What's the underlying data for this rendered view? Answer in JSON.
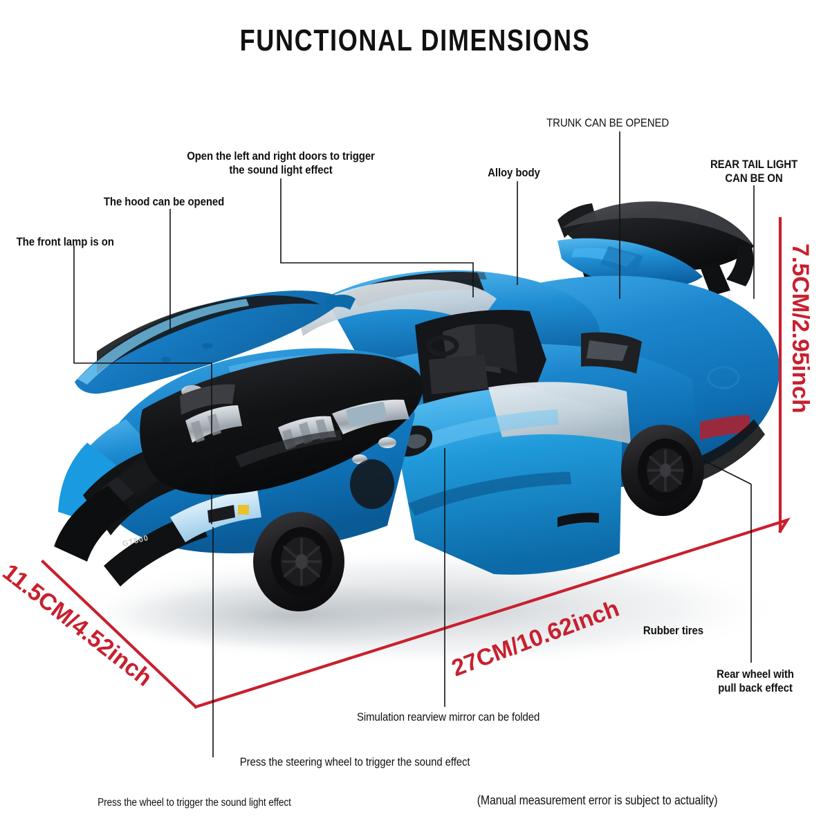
{
  "page": {
    "title": "FUNCTIONAL DIMENSIONS",
    "background_color": "#ffffff",
    "accent_red": "#c8202e",
    "body_blue": "#1b86cc",
    "text_color": "#111111"
  },
  "product": {
    "kind": "die-cast model car",
    "model_badge": "GT500",
    "body_color_name": "metallic blue"
  },
  "callouts": [
    {
      "id": "front-lamp",
      "label": "The front lamp is on",
      "weight": "bold",
      "align": "left"
    },
    {
      "id": "hood",
      "label": "The hood can be opened",
      "weight": "bold",
      "align": "left"
    },
    {
      "id": "doors",
      "label": "Open the left and right doors to trigger\nthe sound light effect",
      "weight": "bold",
      "align": "center"
    },
    {
      "id": "alloy-body",
      "label": "Alloy body",
      "weight": "bold",
      "align": "left"
    },
    {
      "id": "trunk",
      "label": "TRUNK CAN BE OPENED",
      "weight": "regular",
      "align": "center"
    },
    {
      "id": "rear-tail-light",
      "label": "REAR TAIL LIGHT\nCAN BE ON",
      "weight": "bold",
      "align": "center"
    },
    {
      "id": "rubber-tires",
      "label": "Rubber tires",
      "weight": "bold",
      "align": "left"
    },
    {
      "id": "rear-wheel",
      "label": "Rear wheel with\npull back effect",
      "weight": "bold",
      "align": "center"
    },
    {
      "id": "rearview-mirror",
      "label": "Simulation rearview mirror can be folded",
      "weight": "regular",
      "align": "left"
    },
    {
      "id": "steering-wheel",
      "label": "Press the steering wheel to trigger the sound effect",
      "weight": "regular",
      "align": "left"
    },
    {
      "id": "wheel-press",
      "label": "Press the wheel to trigger the sound light effect",
      "weight": "regular",
      "align": "left"
    }
  ],
  "dimensions": {
    "height": {
      "label": "7.5CM/2.95inch",
      "cm": 7.5,
      "inch": 2.95
    },
    "width": {
      "label": "11.5CM/4.52inch",
      "cm": 11.5,
      "inch": 4.52
    },
    "length": {
      "label": "27CM/10.62inch",
      "cm": 27,
      "inch": 10.62
    }
  },
  "footnote": "(Manual measurement error is subject to actuality)"
}
